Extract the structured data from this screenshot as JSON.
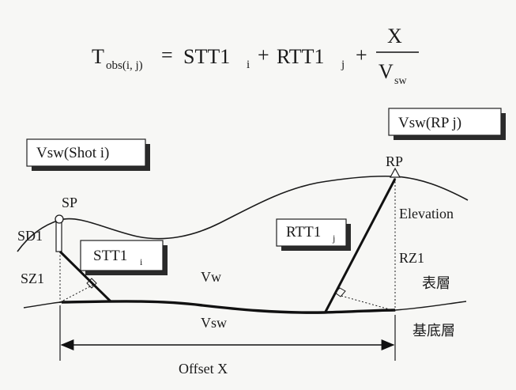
{
  "formula": {
    "lhs_main": "T",
    "lhs_sub": "obs(i, j)",
    "equals": "=",
    "term1": "STT1",
    "term1_sub": "i",
    "plus1": "+",
    "term2": "RTT1",
    "term2_sub": "j",
    "plus2": "+",
    "numerator": "X",
    "denominator": "V",
    "denominator_sub": "sw"
  },
  "boxes": {
    "vsw_shot": "Vsw(Shot i)",
    "vsw_rp": "Vsw(RP j)",
    "stt1": "STT1",
    "stt1_sub": "i",
    "rtt1": "RTT1",
    "rtt1_sub": "j"
  },
  "labels": {
    "sp": "SP",
    "rp": "RP",
    "sd1": "SD1",
    "sz1": "SZ1",
    "elevation": "Elevation",
    "rz1": "RZ1",
    "vw": "Vw",
    "vsw": "Vsw",
    "surface_layer": "表層",
    "base_layer": "基底層",
    "offset": "Offset X"
  }
}
